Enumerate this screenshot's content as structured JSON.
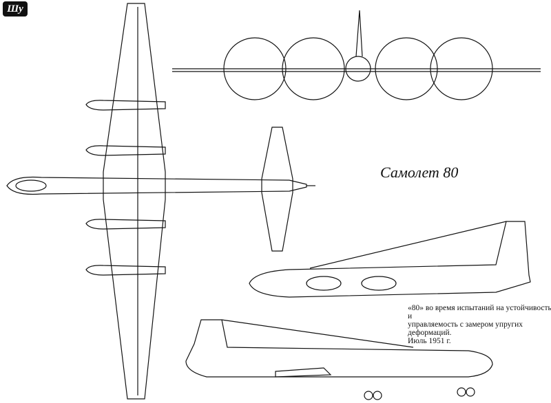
{
  "logo": {
    "text": "Шу"
  },
  "signature": {
    "text": "Самолет 80"
  },
  "caption": {
    "line1": "«80» во время испытаний на устойчивость и",
    "line2": "управляемость с замером упругих деформаций.",
    "line3": "Июль 1951 г."
  }
}
